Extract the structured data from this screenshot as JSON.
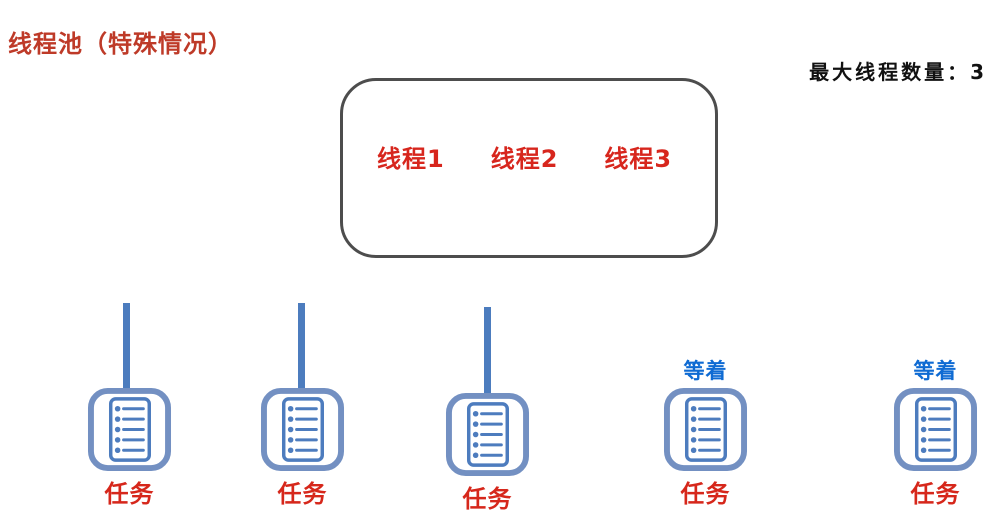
{
  "title": "线程池（特殊情况）",
  "max_threads_label": "最大线程数量：3",
  "pool": {
    "threads": [
      "线程1",
      "线程2",
      "线程3"
    ]
  },
  "tasks": [
    {
      "label": "任务"
    },
    {
      "label": "任务"
    },
    {
      "label": "任务"
    },
    {
      "label": "任务",
      "status": "等着"
    },
    {
      "label": "任务",
      "status": "等着"
    }
  ],
  "colors": {
    "title_red": "#be3a28",
    "label_red": "#d6271b",
    "wait_blue": "#0f6bd3",
    "rope_blue": "#4c7cbe",
    "icon_outer_blue": "#7390c2",
    "icon_inner_blue": "#4d7cbe",
    "box_border_gray": "#4d4d4d"
  }
}
